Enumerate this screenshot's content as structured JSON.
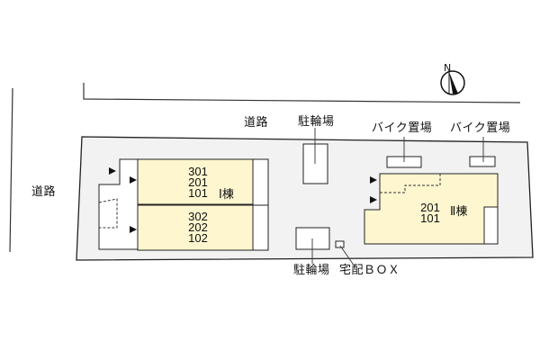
{
  "compass": {
    "label": "N"
  },
  "roads": {
    "north": "道路",
    "west": "道路"
  },
  "labels": {
    "bicycle_parking_top": "駐輪場",
    "bike_parking_1": "バイク置場",
    "bike_parking_2": "バイク置場",
    "bicycle_parking_bottom": "駐輪場",
    "delivery_box": "宅配ＢＯＸ"
  },
  "building1": {
    "name": "Ⅰ棟",
    "upper_units": [
      "301",
      "201",
      "101"
    ],
    "lower_units": [
      "302",
      "202",
      "102"
    ]
  },
  "building2": {
    "name": "Ⅱ棟",
    "units": [
      "201",
      "101"
    ]
  },
  "colors": {
    "site_fill": "#f2f2f2",
    "building_fill": "#fdf6cf",
    "line": "#222222"
  }
}
